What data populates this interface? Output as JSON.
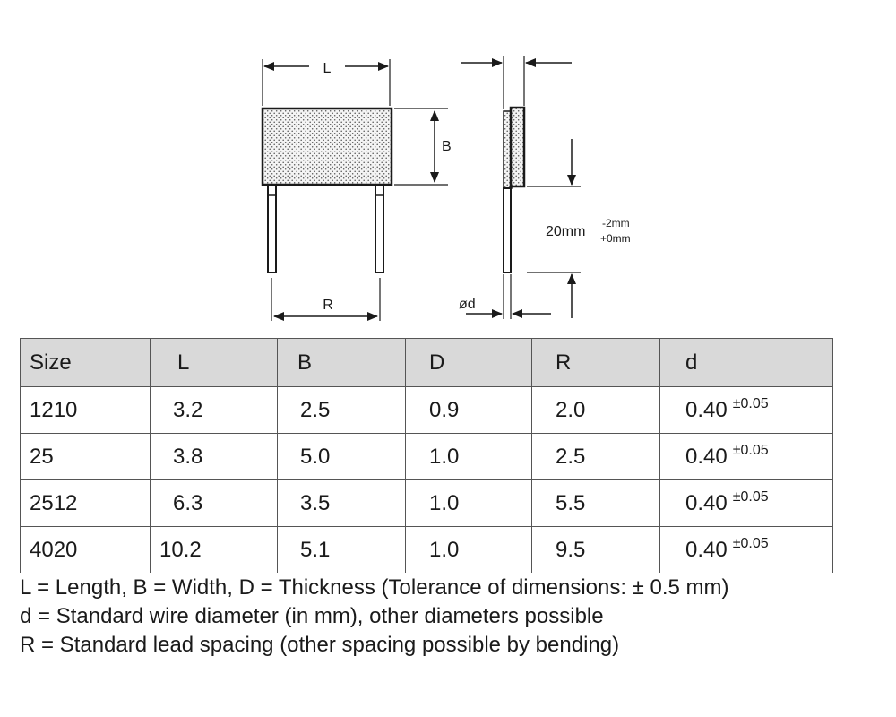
{
  "drawing": {
    "labels": {
      "length": "L",
      "width": "B",
      "spacing": "R",
      "diameter": "ød",
      "lead_length": "20mm",
      "lead_tol_upper": "-2mm",
      "lead_tol_lower": "+0mm"
    }
  },
  "table": {
    "headers": [
      "Size",
      "L",
      "B",
      "D",
      "R",
      "d"
    ],
    "rows": [
      {
        "size": "1210",
        "l": "3.2",
        "b": "2.5",
        "d": "0.9",
        "r": "2.0",
        "dia": "0.40",
        "tol": "±0.05"
      },
      {
        "size": "25",
        "l": "3.8",
        "b": "5.0",
        "d": "1.0",
        "r": "2.5",
        "dia": "0.40",
        "tol": "±0.05"
      },
      {
        "size": "2512",
        "l": "6.3",
        "b": "3.5",
        "d": "1.0",
        "r": "5.5",
        "dia": "0.40",
        "tol": "±0.05"
      },
      {
        "size": "4020",
        "l": "10.2",
        "b": "5.1",
        "d": "1.0",
        "r": "9.5",
        "dia": "0.40",
        "tol": "±0.05"
      }
    ]
  },
  "notes": [
    "L = Length, B = Width, D = Thickness (Tolerance of dimensions: ± 0.5 mm)",
    "d = Standard wire diameter (in mm), other diameters possible",
    "R = Standard lead spacing (other spacing possible by bending)"
  ]
}
